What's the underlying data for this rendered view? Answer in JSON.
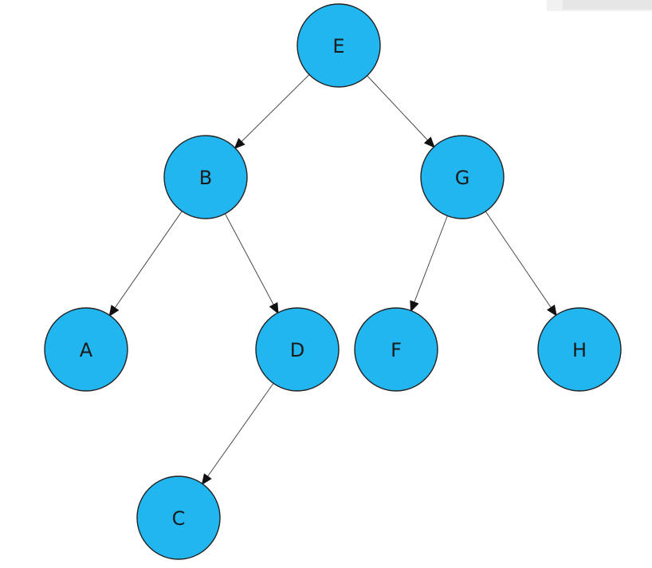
{
  "colors": {
    "node_fill": "#21b6ef",
    "node_stroke": "#222222",
    "edge": "#4a4a4a",
    "label": "#1a1a1a"
  },
  "tree": {
    "nodes": [
      {
        "id": "E",
        "label": "E"
      },
      {
        "id": "B",
        "label": "B"
      },
      {
        "id": "G",
        "label": "G"
      },
      {
        "id": "A",
        "label": "A"
      },
      {
        "id": "D",
        "label": "D"
      },
      {
        "id": "F",
        "label": "F"
      },
      {
        "id": "H",
        "label": "H"
      },
      {
        "id": "C",
        "label": "C"
      }
    ],
    "edges": [
      {
        "from": "E",
        "to": "B"
      },
      {
        "from": "E",
        "to": "G"
      },
      {
        "from": "B",
        "to": "A"
      },
      {
        "from": "B",
        "to": "D"
      },
      {
        "from": "G",
        "to": "F"
      },
      {
        "from": "G",
        "to": "H"
      },
      {
        "from": "D",
        "to": "C"
      }
    ]
  }
}
